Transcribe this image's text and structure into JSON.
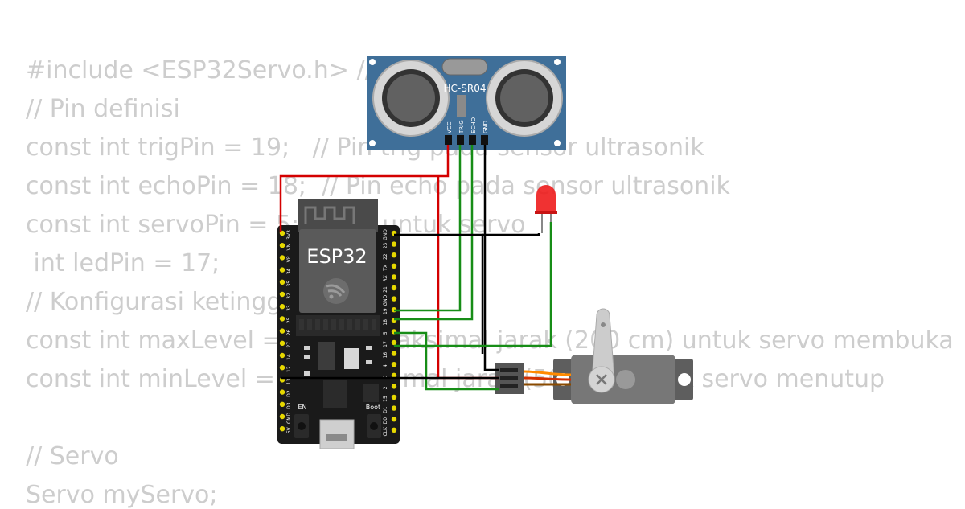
{
  "code": {
    "lines": [
      "#include <ESP32Servo.h> // Library Servo",
      "// Pin definisi",
      "const int trigPin = 19;   // Pin trig pada sensor ultrasonik",
      "const int echoPin = 18;  // Pin echo pada sensor ultrasonik",
      "const int servoPin = 5;  // Pin untuk servo",
      " int ledPin = 17;",
      "// Konfigurasi ketinggian",
      "const int maxLevel = 200; // Maksimal jarak (200 cm) untuk servo membuka",
      "const int minLevel = 50; // Minimal jarak (50 cm) untuk servo menutup",
      "",
      "// Servo",
      "Servo myServo;"
    ]
  },
  "sensor": {
    "label": "HC-SR04",
    "pins": [
      "VCC",
      "TRIG",
      "ECHO",
      "GND"
    ]
  },
  "board": {
    "label": "ESP32",
    "left_pins": [
      "3V3",
      "VN",
      "VP",
      "34",
      "35",
      "32",
      "33",
      "25",
      "26",
      "27",
      "14",
      "12",
      "13",
      "D2",
      "D3",
      "CMD",
      "5V"
    ],
    "right_pins": [
      "GND",
      "23",
      "22",
      "TX",
      "RX",
      "21",
      "GND",
      "19",
      "18",
      "5",
      "17",
      "16",
      "4",
      "0",
      "2",
      "15",
      "D1",
      "D0",
      "CLK"
    ],
    "button_en": "EN",
    "button_boot": "Boot"
  },
  "colors": {
    "wire_red": "#d40000",
    "wire_green": "#178d17",
    "wire_black": "#000000",
    "sensor_blue": "#3f6f99",
    "board_black": "#1a1a1a",
    "pin_yellow": "#e6d800",
    "servo_gray": "#666666",
    "led_red": "#ee1c1c"
  }
}
